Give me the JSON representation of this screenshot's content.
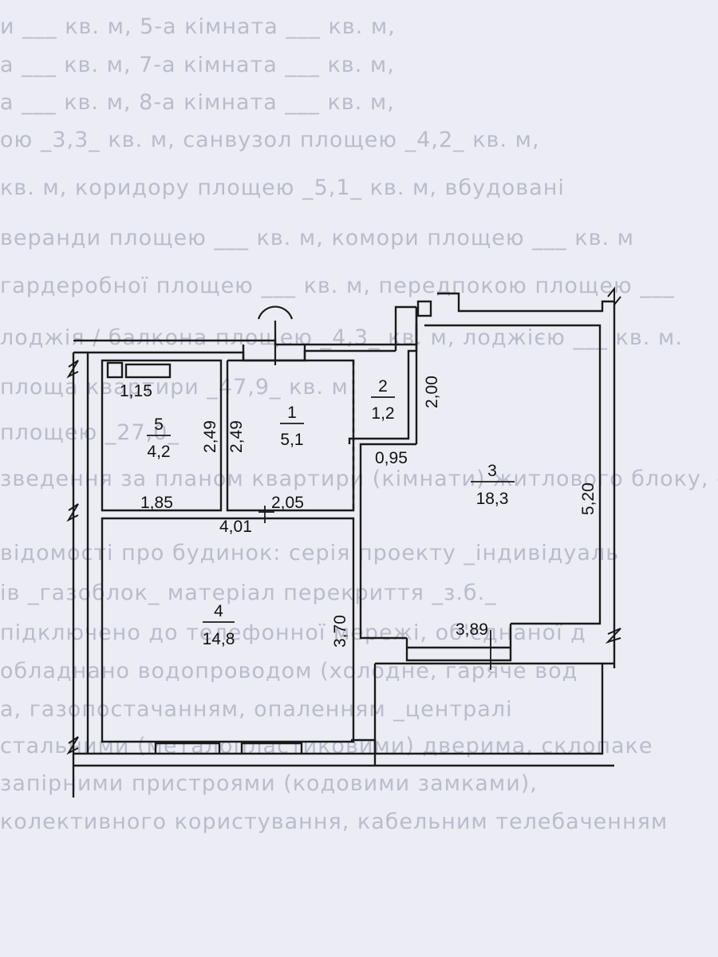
{
  "background_text": [
    "и ___ кв. м,                         5-а кімната ___ кв. м,",
    "а ___ кв. м,                         7-а кімната ___ кв. м,",
    "а ___ кв. м,                          8-а кімната ___ кв. м,",
    "ою _3,3_ кв. м, санвузол площею _4,2_ кв. м,",
    "кв. м, коридору площею _5,1_ кв. м, вбудовані",
    "веранди площею ___ кв. м, комори площею ___ кв. м",
    "гардеробної площею ___ кв. м, передпокою площею ___",
    "лоджія / балкона площею _4,3_ кв. м, лоджією ___ кв. м.",
    "площа квартири _47,9_ кв. м",
    "площею _27,0_",
    "зведення за планом квартири (кімнати) житлового блоку, с",
    "відомості про будинок: серія проекту _індивідуаль",
    "ів _газоблок_ матеріал перекриття _з.б._",
    "підключено до телефонної мережі, об'єднаної д",
    "обладнано водопроводом (холодне, гаряче вод",
    "а, газопостачанням, опаленням _централі",
    "стальними (металопластиковими) дверима, склопаке",
    "запірними пристроями (кодовими замками),",
    "колективного користування, кабельним телебаченням"
  ],
  "rooms": [
    {
      "number": "1",
      "area": "5,1"
    },
    {
      "number": "2",
      "area": "1,2"
    },
    {
      "number": "3",
      "area": "18,3"
    },
    {
      "number": "4",
      "area": "14,8"
    },
    {
      "number": "5",
      "area": "4,2"
    }
  ],
  "dimensions": [
    "1,15",
    "2,49",
    "2,49",
    "1,85",
    "2,05",
    "4,01",
    "0,95",
    "2,00",
    "5,20",
    "3,70",
    "3,89"
  ],
  "colors": {
    "line": "#1a1a1a",
    "background": "#ecedf4",
    "ghost_text": "#b9bccb"
  }
}
